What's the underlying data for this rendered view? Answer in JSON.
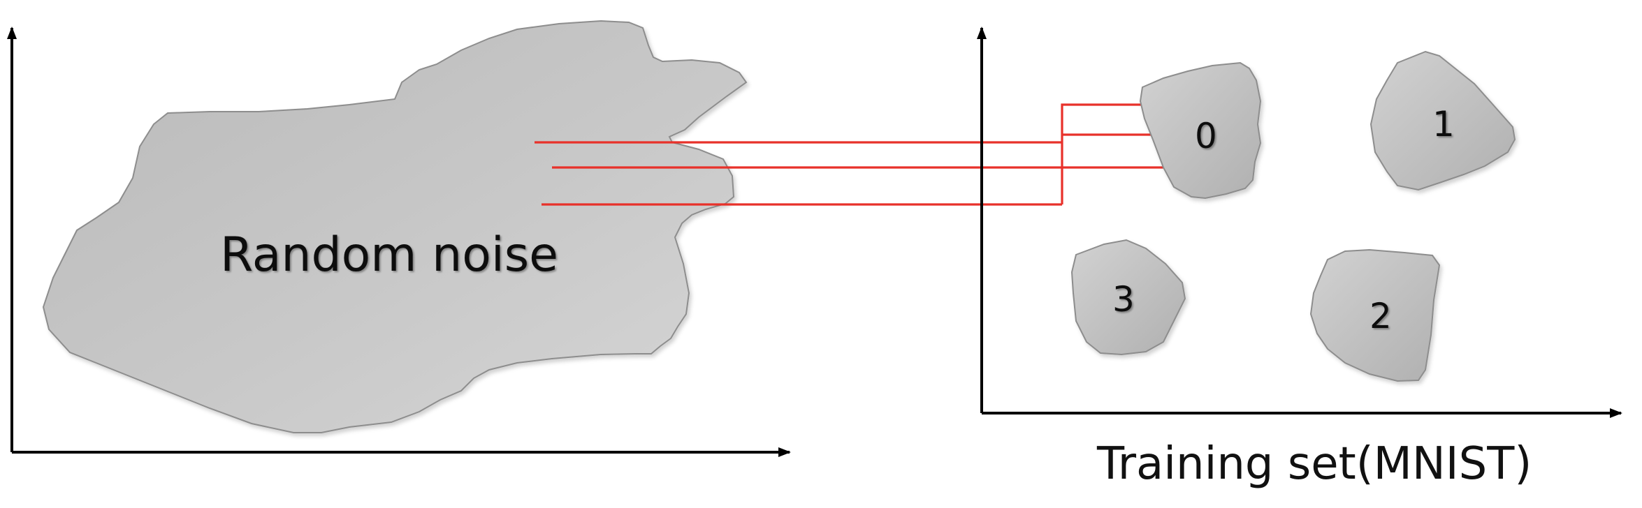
{
  "colors": {
    "axis": "#000000",
    "arrow": "#e8312a",
    "blob_fill_light": "#d3d3d3",
    "blob_fill_dark": "#b5b5b5",
    "blob_edge": "#8d8d8d",
    "text": "#111111"
  },
  "noise_region": {
    "label": "Random noise"
  },
  "training_set": {
    "caption": "Training set(MNIST)",
    "clusters": [
      {
        "label": "0"
      },
      {
        "label": "1"
      },
      {
        "label": "2"
      },
      {
        "label": "3"
      }
    ]
  }
}
